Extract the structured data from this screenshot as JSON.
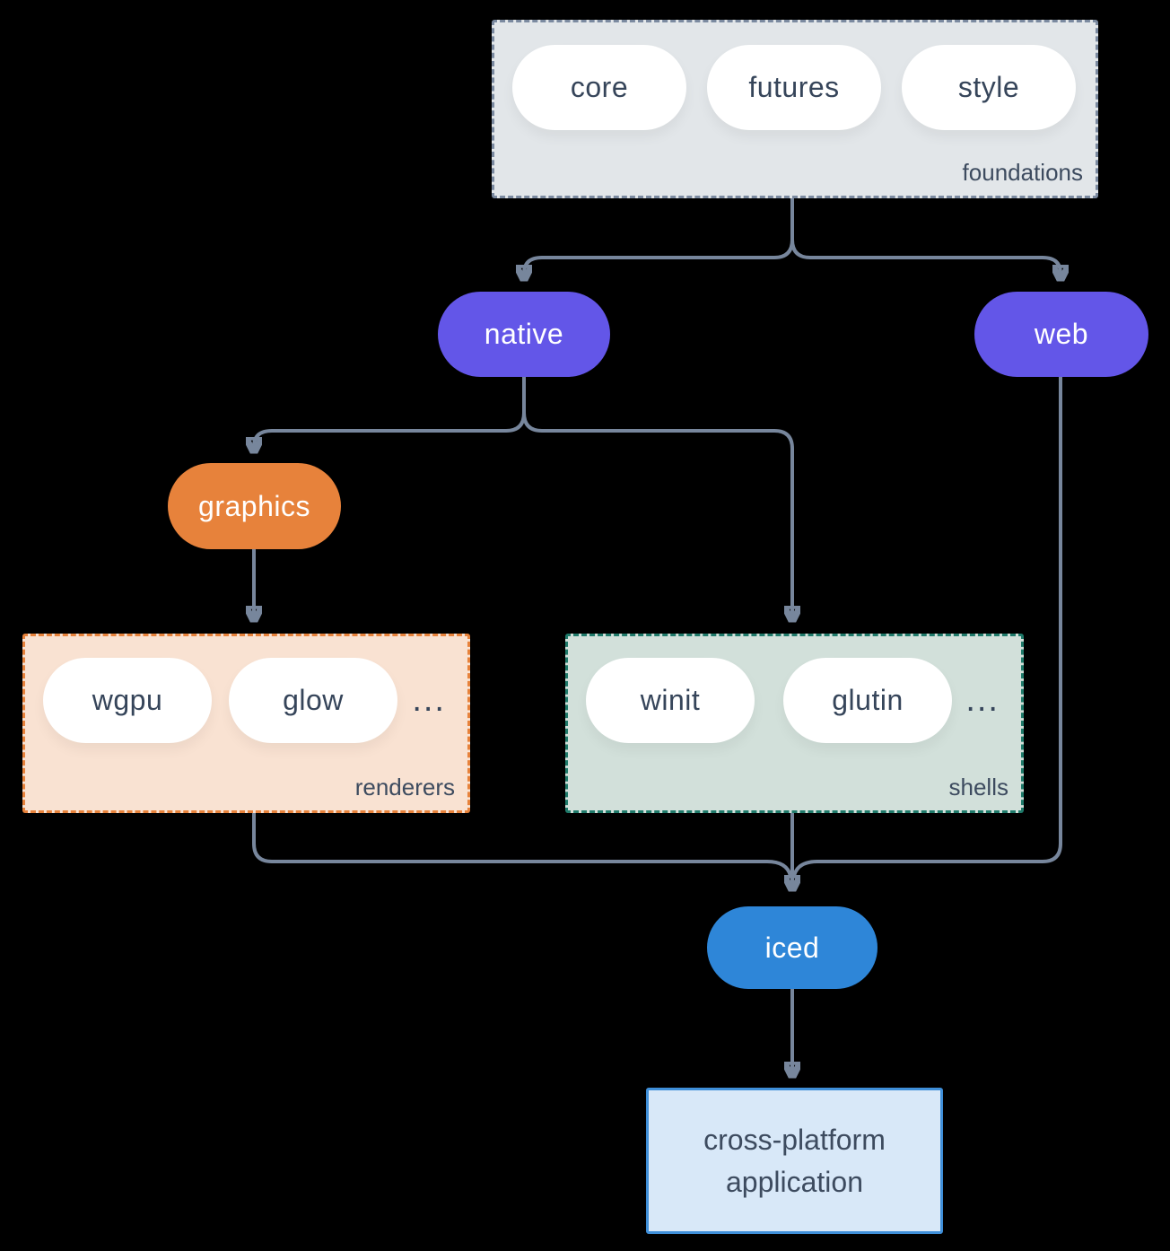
{
  "diagram": {
    "background": "#000000",
    "edge_color": "#77869c",
    "groups": {
      "foundations": {
        "label": "foundations",
        "fill": "#e2e6e9",
        "border": "#7b8aa0",
        "items": [
          "core",
          "futures",
          "style"
        ]
      },
      "renderers": {
        "label": "renderers",
        "fill": "#f9e2d2",
        "border": "#e7823b",
        "items": [
          "wgpu",
          "glow"
        ],
        "ellipsis": "..."
      },
      "shells": {
        "label": "shells",
        "fill": "#d2e0da",
        "border": "#1f7a6a",
        "items": [
          "winit",
          "glutin"
        ],
        "ellipsis": "..."
      }
    },
    "nodes": {
      "native": {
        "label": "native",
        "fill": "#6356e8"
      },
      "web": {
        "label": "web",
        "fill": "#6356e8"
      },
      "graphics": {
        "label": "graphics",
        "fill": "#e7823b"
      },
      "iced": {
        "label": "iced",
        "fill": "#2e86d8"
      },
      "application": {
        "line1": "cross-platform",
        "line2": "application",
        "fill": "#d8e8f8",
        "border": "#3f8fd9"
      }
    }
  }
}
